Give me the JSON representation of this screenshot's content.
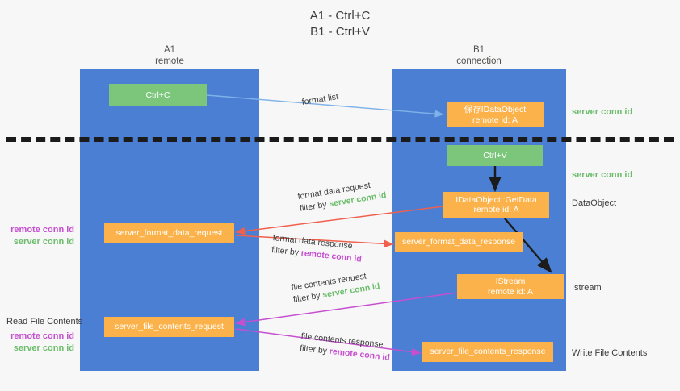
{
  "title": "A1 - Ctrl+C\nB1 - Ctrl+V",
  "lanes": [
    {
      "name": "a1",
      "header": "A1\nremote"
    },
    {
      "name": "b1",
      "header": "B1\nconnection"
    }
  ],
  "nodes": {
    "ctrl_c": {
      "label": "Ctrl+C",
      "color": "#7bc67b"
    },
    "save_idataobject": {
      "label": "保存IDataObject\nremote id: A",
      "color": "#fbb24a"
    },
    "ctrl_v": {
      "label": "Ctrl+V",
      "color": "#7bc67b"
    },
    "getdata": {
      "label": "IDataObject::GetData\nremote id: A",
      "color": "#fbb24a"
    },
    "fmt_req": {
      "label": "server_format_data_request",
      "color": "#fbb24a"
    },
    "fmt_resp": {
      "label": "server_format_data_response",
      "color": "#fbb24a"
    },
    "istream": {
      "label": "IStream\nremote id: A",
      "color": "#fbb24a"
    },
    "file_req": {
      "label": "server_file_contents_request",
      "color": "#fbb24a"
    },
    "file_resp": {
      "label": "server_file_contents_response",
      "color": "#fbb24a"
    }
  },
  "side_labels": {
    "server_conn_id_top": "server conn id",
    "server_conn_id_paste": "server conn id",
    "dataobject": "DataObject",
    "istream": "Istream",
    "write_file_contents": "Write File Contents",
    "read_file_contents": "Read File Contents"
  },
  "conn_blocks": {
    "format": {
      "remote": "remote conn id",
      "server": "server conn id"
    },
    "file": {
      "remote": "remote conn id",
      "server": "server conn id"
    }
  },
  "edges": {
    "format_list": {
      "label": "format list"
    },
    "fmt_data_request": {
      "label": "format data request",
      "filter_prefix": "filter by ",
      "filter_value": "server conn id",
      "filter_color": "#6bbd6b"
    },
    "fmt_data_response": {
      "label": "format data response",
      "filter_prefix": "filter by ",
      "filter_value": "remote conn id",
      "filter_color": "#c64fd0"
    },
    "file_request": {
      "label": "file contents request",
      "filter_prefix": "filter by ",
      "filter_value": "server conn id",
      "filter_color": "#6bbd6b"
    },
    "file_response": {
      "label": "file contents response",
      "filter_prefix": "filter by ",
      "filter_value": "remote conn id",
      "filter_color": "#c64fd0"
    }
  },
  "colors": {
    "lane": "#4a7fd4",
    "green_box": "#7bc67b",
    "orange_box": "#fbb24a",
    "background": "#f7f7f7",
    "divider": "#1b1b1b",
    "arrow_lightblue": "#7fb2e8",
    "arrow_red": "#f0604d",
    "arrow_magenta": "#c64fd0",
    "arrow_black": "#1b1b1b"
  }
}
